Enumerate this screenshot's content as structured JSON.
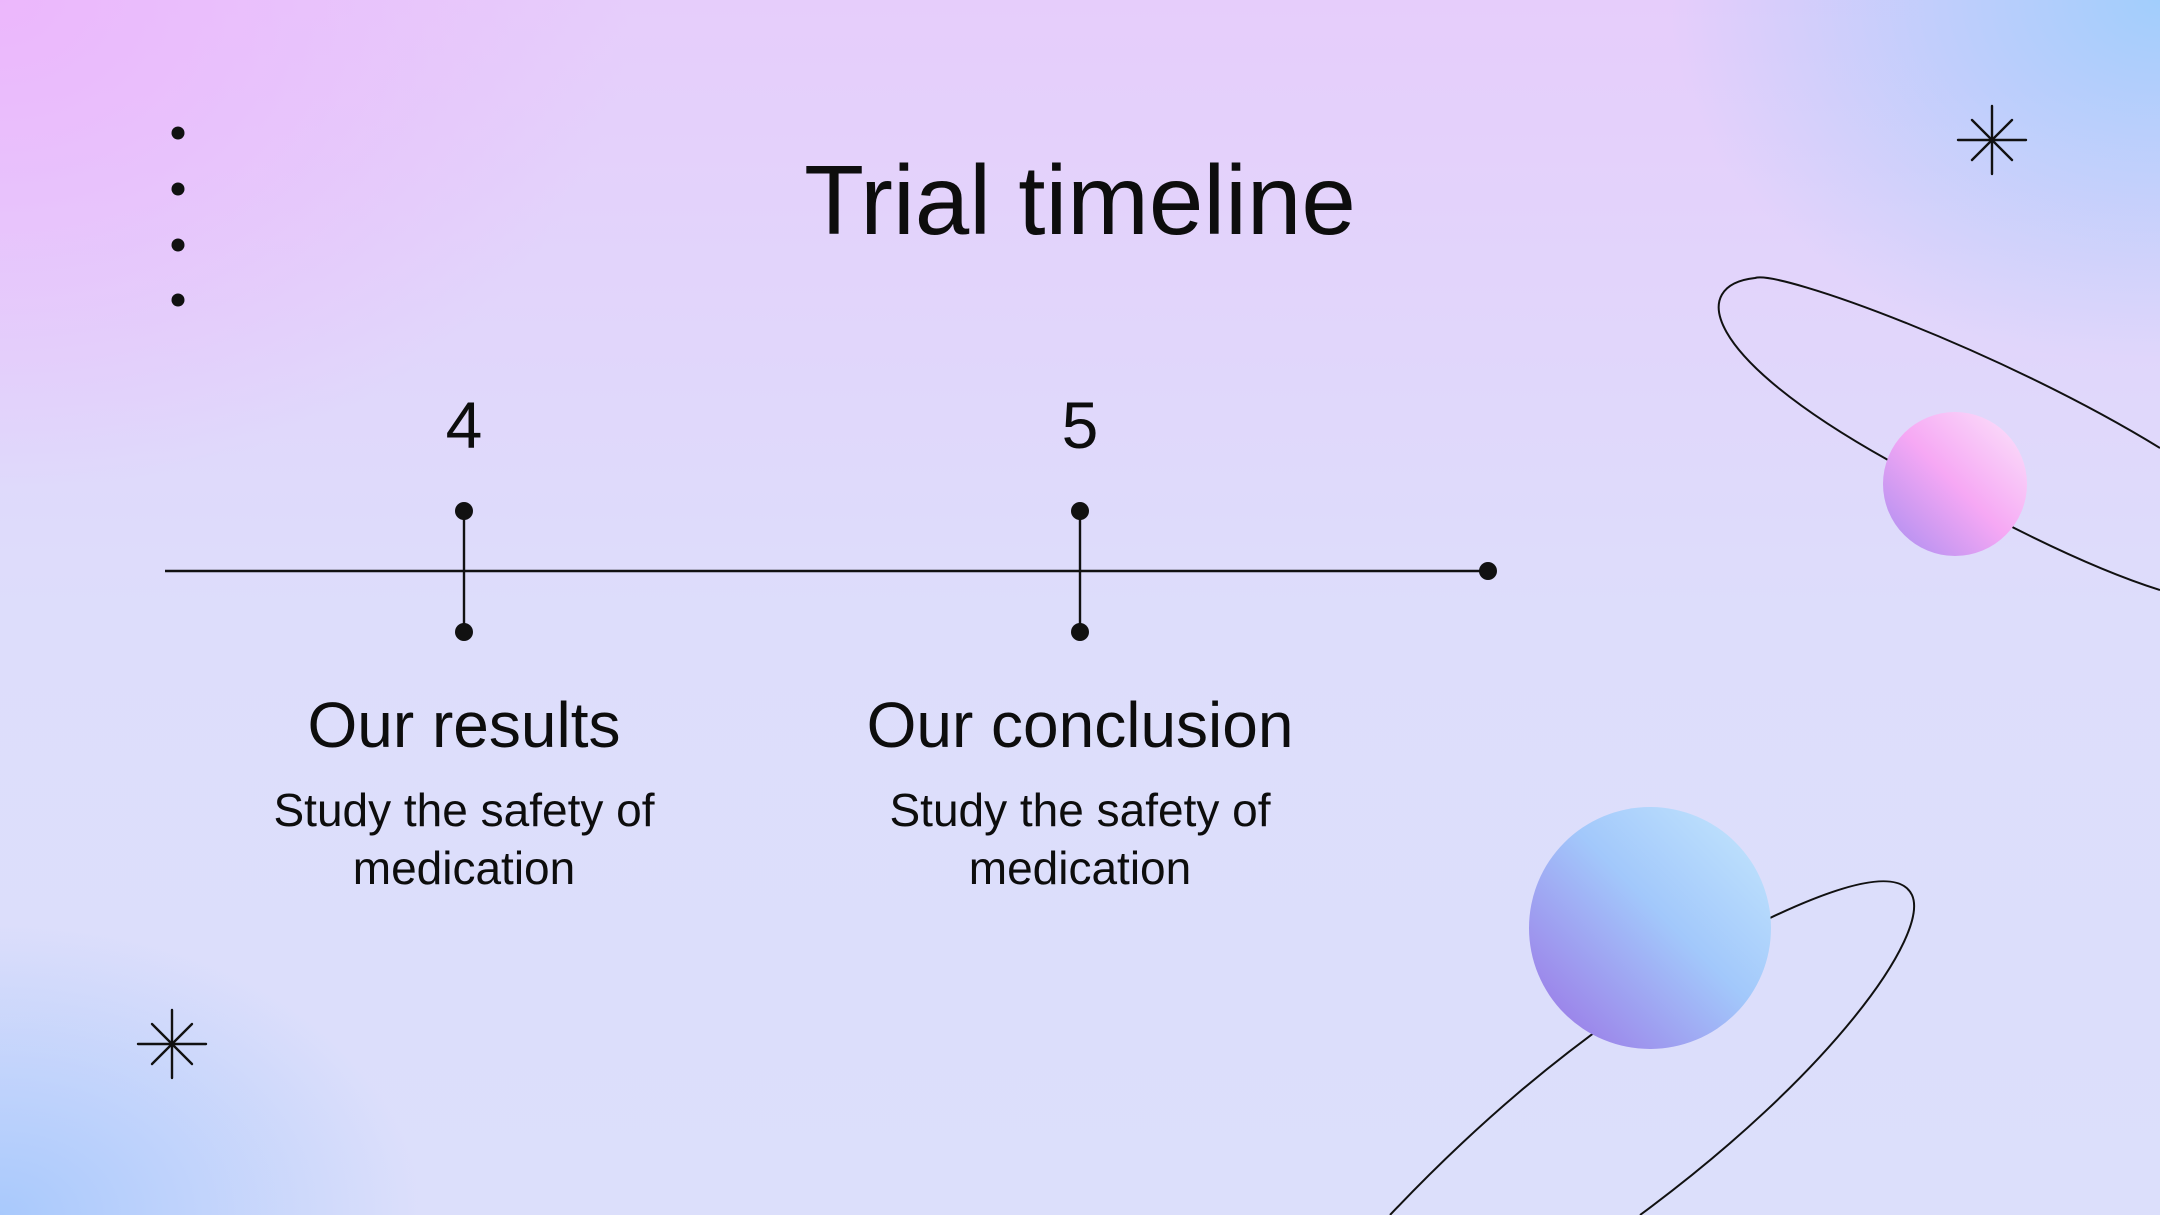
{
  "slide": {
    "title": "Trial timeline"
  },
  "timeline": {
    "milestones": [
      {
        "number": "4",
        "heading": "Our results",
        "description": "Study the safety of medication"
      },
      {
        "number": "5",
        "heading": "Our conclusion",
        "description": "Study the safety of medication"
      }
    ]
  },
  "colors": {
    "background_top_left": "#ecb6fc",
    "background_top_right": "#9ecefc",
    "background_center": "#ddddfb",
    "planet_pink": "#f7aef7",
    "planet_blue": "#a8d6fc",
    "planet_purple": "#9d7ce6",
    "line": "#111111"
  },
  "icons": [
    "sparkle-icon",
    "dot-column-icon",
    "planet-icon",
    "orbit-ring-icon"
  ]
}
